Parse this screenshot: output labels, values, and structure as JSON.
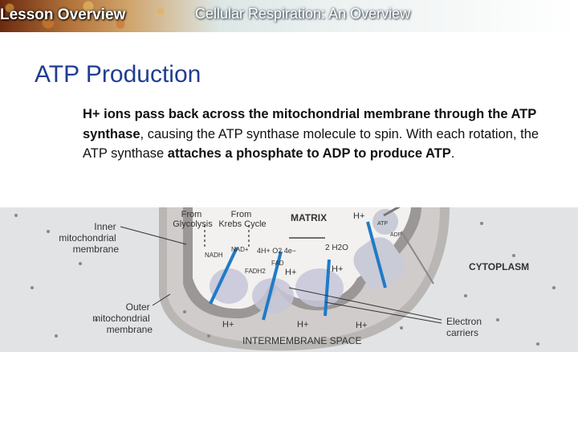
{
  "header": {
    "lesson_label": "Lesson Overview",
    "subtitle": "Cellular Respiration: An Overview"
  },
  "title": "ATP Production",
  "body": {
    "p1": "H+ ions pass back across the mitochondrial membrane through ",
    "b1": "the ATP synthase",
    "p2": ", causing the ATP synthase molecule to spin. With each rotation, the ATP synthase ",
    "b2": "attaches a phosphate to ADP to",
    "p3": " ",
    "b3": "produce ATP",
    "p4": "."
  },
  "diagram": {
    "inner_label": [
      "Inner",
      "mitochondrial",
      "membrane"
    ],
    "outer_label": [
      "Outer",
      "mitochondrial",
      "membrane"
    ],
    "from_glycolysis": [
      "From",
      "Glycolysis"
    ],
    "from_krebs": [
      "From",
      "Krebs Cycle"
    ],
    "matrix": "MATRIX",
    "cytoplasm": "CYTOPLASM",
    "intermembrane": "INTERMEMBRANE SPACE",
    "electron_carriers": [
      "Electron",
      "carriers"
    ],
    "h_plus": "H+",
    "nadh": "NADH",
    "nad": "NAD+",
    "fadh2": "FADH2",
    "fad": "FAD",
    "o2_reaction": "4H+  O2  4e−",
    "water": "2 H2O",
    "atp": "ATP",
    "adp": "ADP"
  }
}
